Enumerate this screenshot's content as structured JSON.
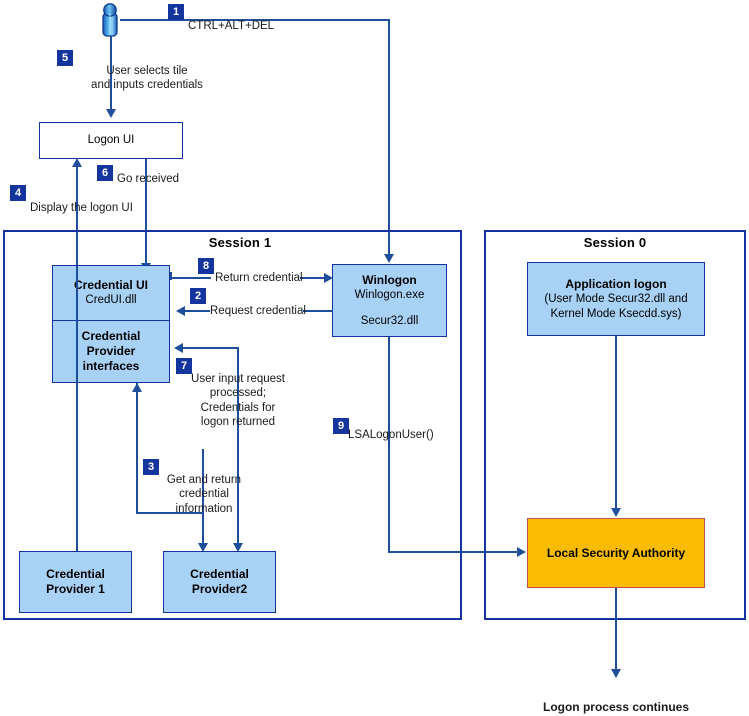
{
  "diagram": {
    "title_caption": "Logon process continues",
    "sessions": [
      {
        "id": "session-1",
        "label": "Session 1"
      },
      {
        "id": "session-0",
        "label": "Session 0"
      }
    ],
    "boxes": {
      "logon_ui": {
        "title": "Logon UI"
      },
      "credential_ui": {
        "title": "Credential UI",
        "subtitle": "CredUI.dll"
      },
      "cp_interfaces": {
        "line1": "Credential",
        "line2": "Provider",
        "line3": "interfaces"
      },
      "credential_provider_1": {
        "line1": "Credential",
        "line2": "Provider 1"
      },
      "credential_provider_2": {
        "line1": "Credential",
        "line2": "Provider2"
      },
      "winlogon": {
        "title": "Winlogon",
        "subtitle": "Winlogon.exe",
        "subtitle2": "Secur32.dll"
      },
      "application_logon": {
        "title": "Application logon",
        "subtitle": "(User Mode Secur32.dll and",
        "subtitle2": "Kernel Mode Ksecdd.sys)"
      },
      "local_security_authority": {
        "title": "Local Security Authority"
      }
    },
    "steps": [
      {
        "num": "1",
        "label": "CTRL+ALT+DEL"
      },
      {
        "num": "2",
        "label": "Request credential"
      },
      {
        "num": "3",
        "label": "Get and return\ncredential\ninformation"
      },
      {
        "num": "4",
        "label": "Display the logon UI"
      },
      {
        "num": "5",
        "label": "User selects tile\nand inputs credentials"
      },
      {
        "num": "6",
        "label": "Go received"
      },
      {
        "num": "7",
        "label": "User input request\nprocessed;\nCredentials for\nlogon returned"
      },
      {
        "num": "8",
        "label": "Return credential"
      },
      {
        "num": "9",
        "label": "LSALogonUser()"
      }
    ],
    "icons": {
      "user": "user-figure-icon"
    },
    "colors": {
      "line": "#1f4e9c",
      "frame": "#1433a0",
      "box_fill_blue": "#a8d2f5",
      "box_fill_amber": "#f9bc02",
      "badge": "#15359e",
      "amber_border": "#c0504d"
    }
  }
}
